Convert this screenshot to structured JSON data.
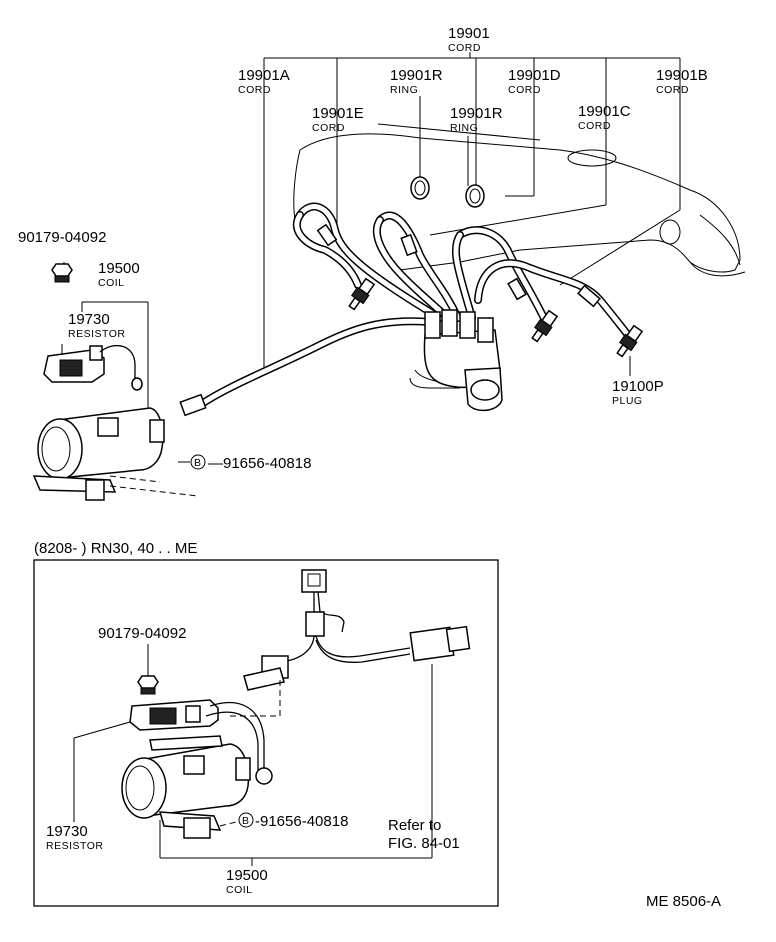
{
  "labels": {
    "cord_main": {
      "num": "19901",
      "name": "CORD"
    },
    "cord_a": {
      "num": "19901A",
      "name": "CORD"
    },
    "ring_1": {
      "num": "19901R",
      "name": "RING"
    },
    "cord_d": {
      "num": "19901D",
      "name": "CORD"
    },
    "cord_b": {
      "num": "19901B",
      "name": "CORD"
    },
    "cord_e": {
      "num": "19901E",
      "name": "CORD"
    },
    "ring_2": {
      "num": "19901R",
      "name": "RING"
    },
    "cord_c": {
      "num": "19901C",
      "name": "CORD"
    },
    "nut_top": {
      "num": "90179-04092"
    },
    "coil_top": {
      "num": "19500",
      "name": "COIL"
    },
    "resistor_top": {
      "num": "19730",
      "name": "RESISTOR"
    },
    "plug": {
      "num": "19100P",
      "name": "PLUG"
    },
    "bolt_top": {
      "marker": "B",
      "num": "—91656-40818"
    }
  },
  "inset": {
    "heading": "(8208-        ) RN30, 40 . . ME",
    "nut": {
      "num": "90179-04092"
    },
    "bolt": {
      "marker": "B",
      "num": "-91656-40818"
    },
    "resistor": {
      "num": "19730",
      "name": "RESISTOR"
    },
    "coil": {
      "num": "19500",
      "name": "COIL"
    },
    "refer_line1": "Refer to",
    "refer_line2": "FIG. 84-01"
  },
  "footer_code": "ME 8506-A"
}
